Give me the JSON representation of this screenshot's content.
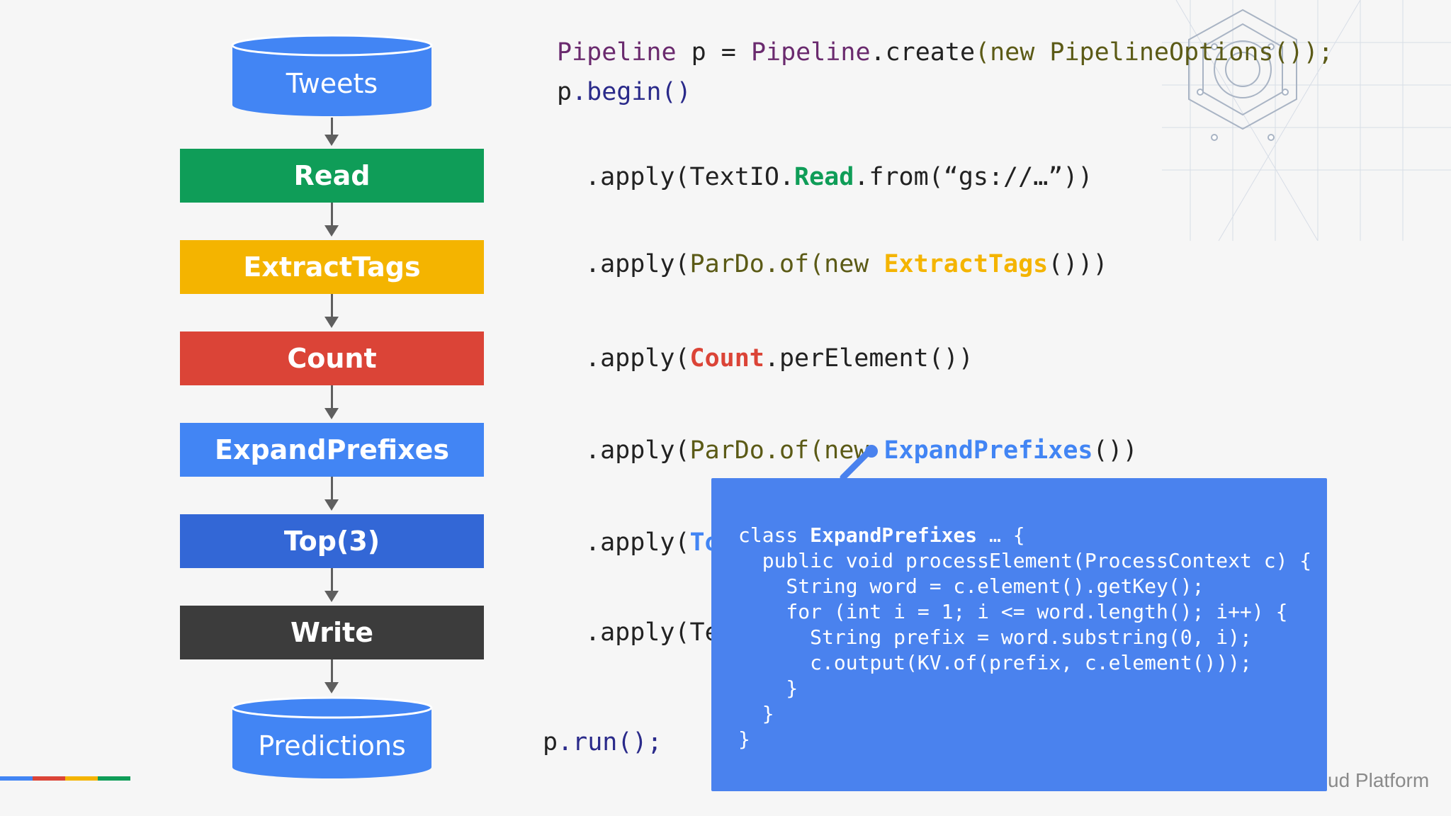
{
  "pipeline": {
    "source": "Tweets",
    "steps": [
      {
        "label": "Read",
        "color": "#0f9d58"
      },
      {
        "label": "ExtractTags",
        "color": "#f4b400"
      },
      {
        "label": "Count",
        "color": "#db4437"
      },
      {
        "label": "ExpandPrefixes",
        "color": "#4285f4"
      },
      {
        "label": "Top(3)",
        "color": "#3367d6"
      },
      {
        "label": "Write",
        "color": "#3c3c3c"
      }
    ],
    "sink": "Predictions",
    "db_color": "#4285f4"
  },
  "code": {
    "line1": {
      "a": "Pipeline",
      "b": " p = ",
      "c": "Pipeline",
      "d": ".create",
      "e": "(new PipelineOptions());"
    },
    "line2": {
      "a": "p",
      "b": ".begin()"
    },
    "read": {
      "pre": ".apply(",
      "mid": "TextIO.",
      "hl": "Read",
      "post": ".from(“gs://…”))"
    },
    "extract": {
      "pre": ".apply(",
      "mid": "ParDo.of(new ",
      "hl": "ExtractTags",
      "post": "()))"
    },
    "count": {
      "pre": ".apply(",
      "hl": "Count",
      "post": ".perElement())"
    },
    "expand": {
      "pre": ".apply(",
      "mid": "ParDo.of(new ",
      "hl": "ExpandPrefixes",
      "post": "())"
    },
    "top": {
      "pre": ".apply(",
      "hl": "To"
    },
    "write": {
      "pre": ".apply(",
      "mid": "Te"
    },
    "run": {
      "a": "p",
      "b": ".run();"
    }
  },
  "popup": {
    "lines": [
      {
        "pre": "class ",
        "hl": "ExpandPrefixes",
        "post": " … {"
      },
      {
        "text": "  public void processElement(ProcessContext c) {"
      },
      {
        "text": "    String word = c.element().getKey();"
      },
      {
        "text": "    for (int i = 1; i <= word.length(); i++) {"
      },
      {
        "text": "      String prefix = word.substring(0, i);"
      },
      {
        "text": "      c.output(KV.of(prefix, c.element()));"
      },
      {
        "text": "    }"
      },
      {
        "text": "  }"
      },
      {
        "text": "}"
      }
    ],
    "bg": "#4a82ee"
  },
  "footer": {
    "partial_brand": "ud Platform",
    "strip_colors": [
      "#4285f4",
      "#db4437",
      "#f4b400",
      "#0f9d58"
    ]
  }
}
